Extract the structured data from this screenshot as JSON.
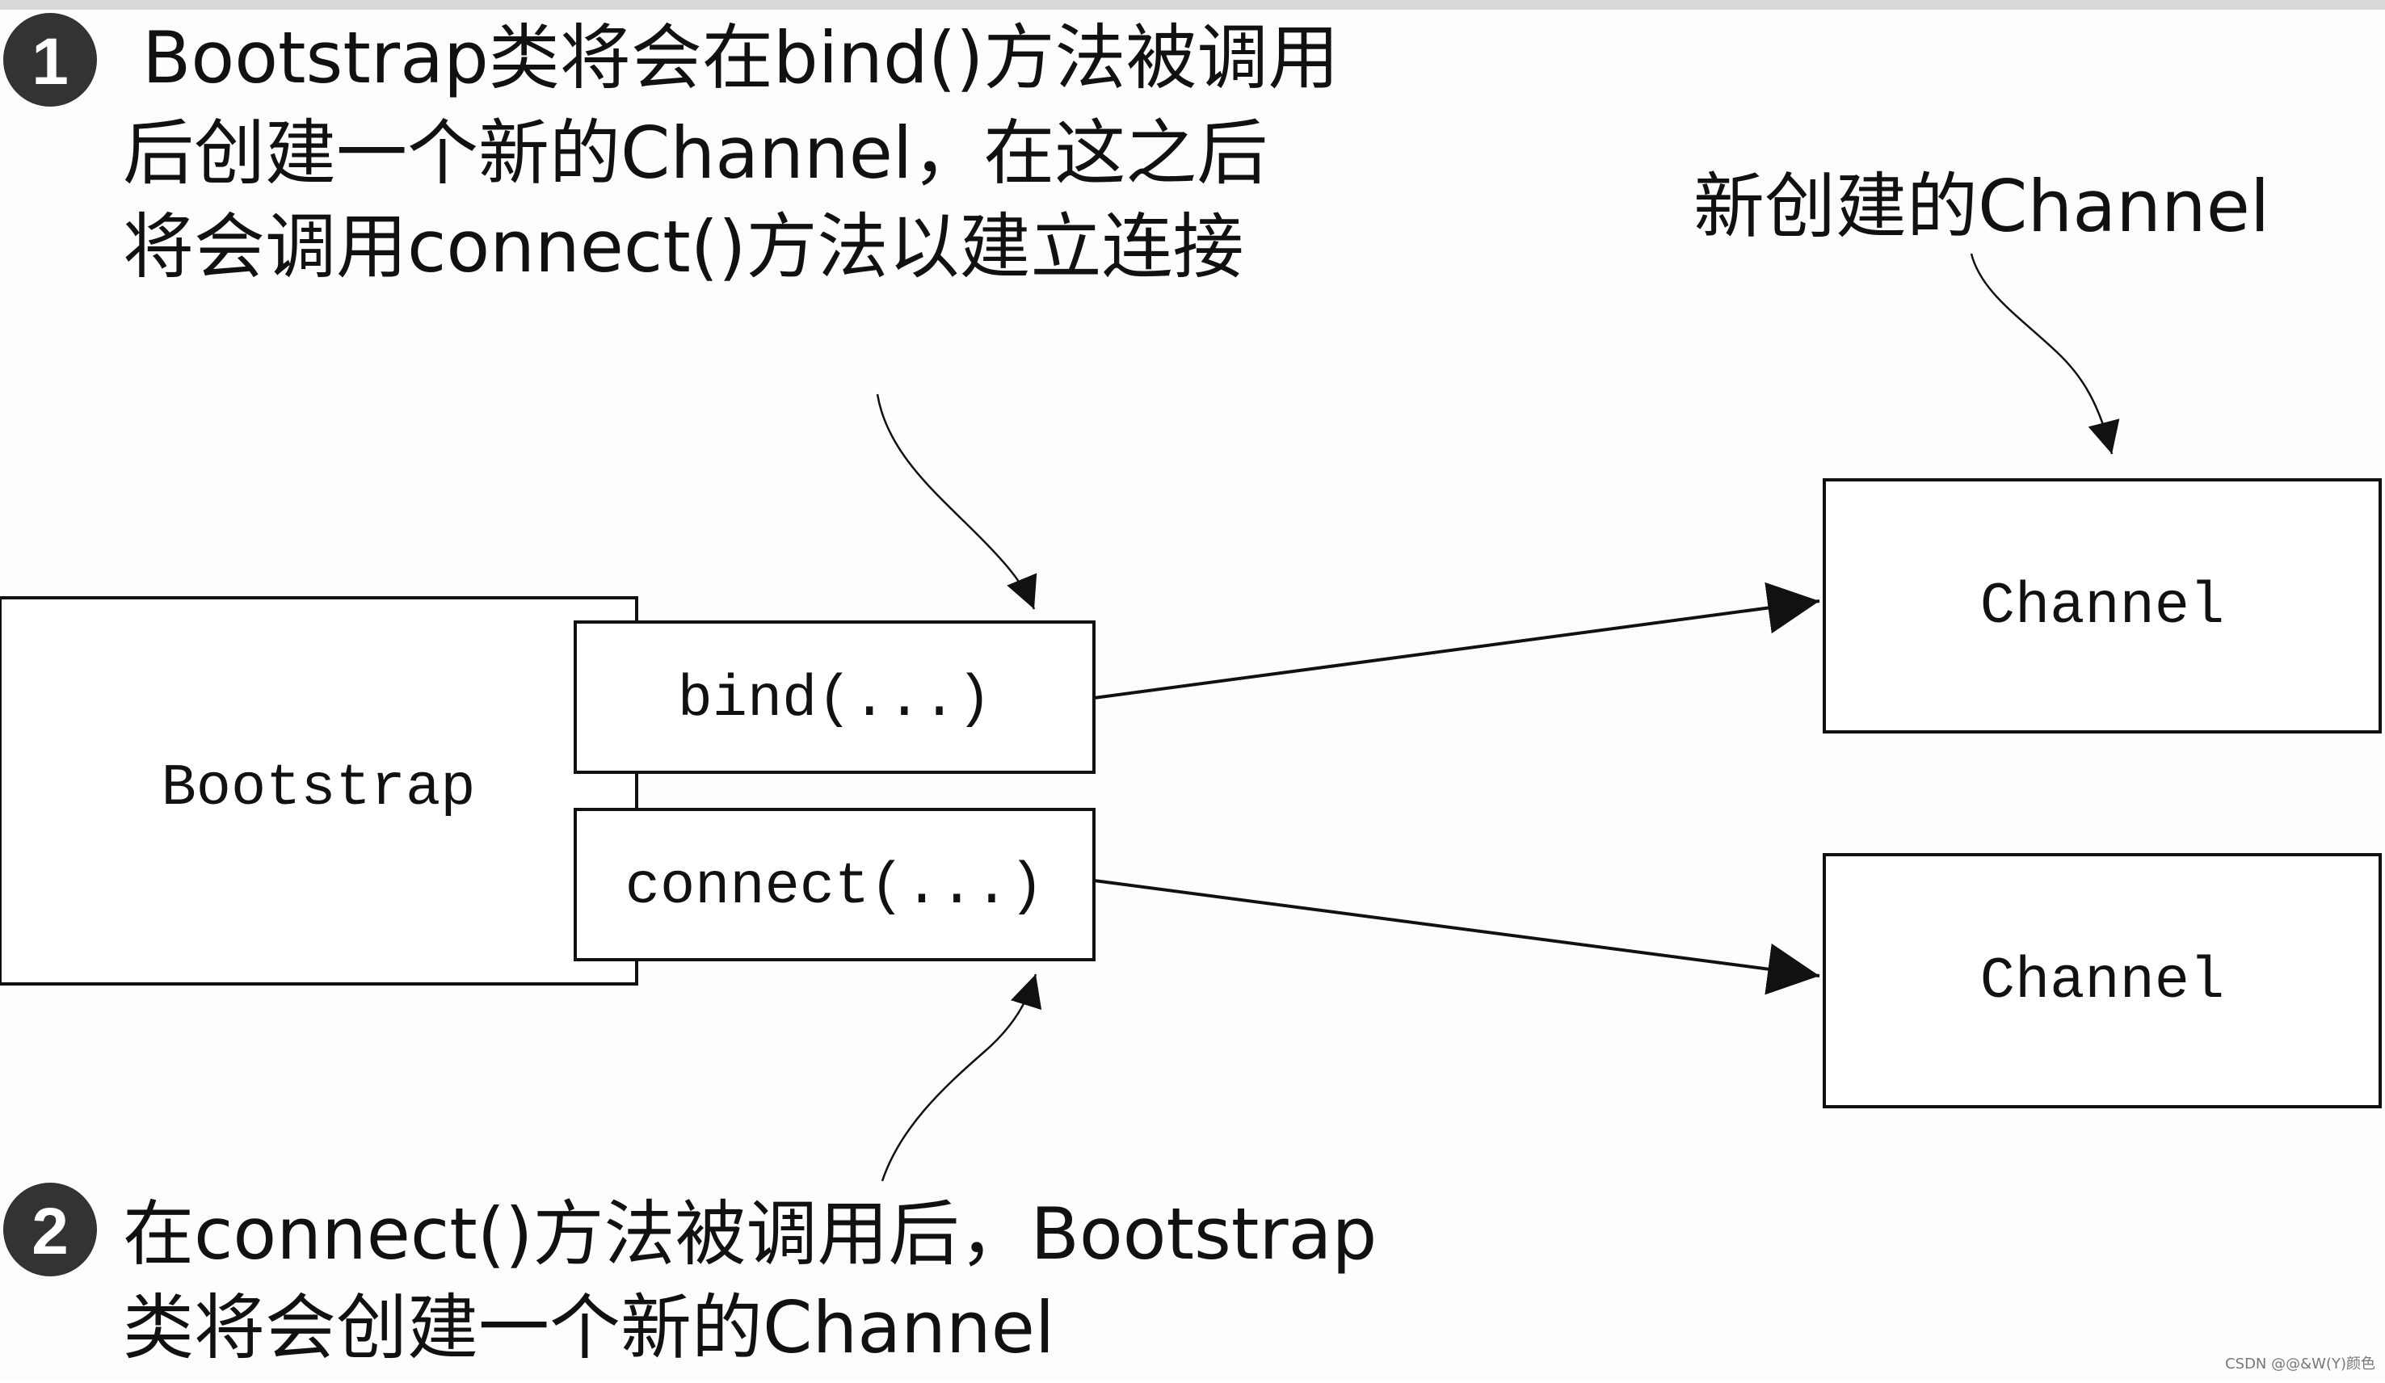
{
  "callouts": {
    "one": {
      "number": "1",
      "lines": [
        "Bootstrap类将会在bind()方法被调用",
        "后创建一个新的Channel，在这之后",
        "将会调用connect()方法以建立连接"
      ]
    },
    "two": {
      "number": "2",
      "lines": [
        "在connect()方法被调用后，Bootstrap",
        "类将会创建一个新的Channel"
      ]
    }
  },
  "note": {
    "new_channel": "新创建的Channel"
  },
  "nodes": {
    "bootstrap": "Bootstrap",
    "bind": "bind(...)",
    "connect": "connect(...)",
    "channel_top": "Channel",
    "channel_bottom": "Channel"
  },
  "watermark": "CSDN @@&W(Y)颜色"
}
